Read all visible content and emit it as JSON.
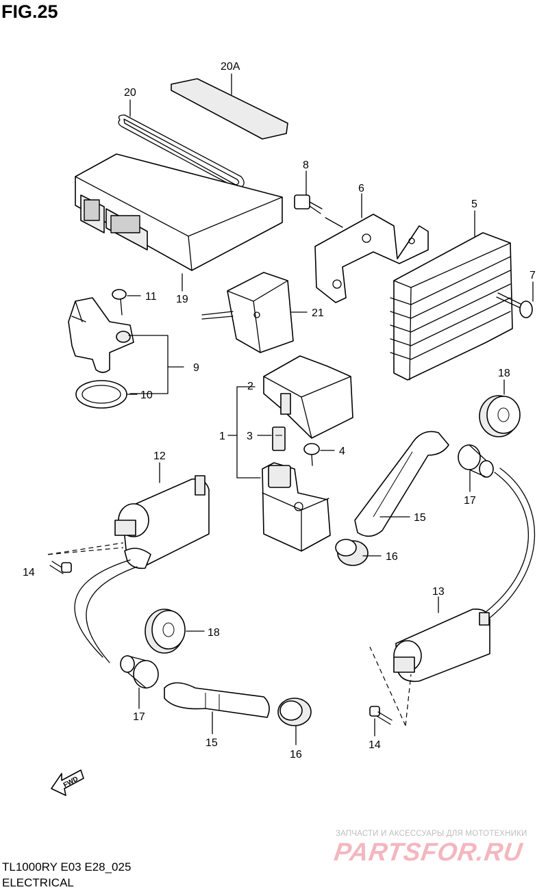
{
  "figure": {
    "title": "FIG.25",
    "model_code": "TL1000RY E03 E28_025",
    "section": "ELECTRICAL",
    "direction_marker": "FWD"
  },
  "watermark": {
    "tagline": "ЗАПЧАСТИ И АКСЕССУАРЫ ДЛЯ МОТОТЕХНИКИ",
    "logo_text": "PARTSFOR.RU"
  },
  "callouts": {
    "c20a": "20A",
    "c20": "20",
    "c8": "8",
    "c6": "6",
    "c5": "5",
    "c7": "7",
    "c11": "11",
    "c19": "19",
    "c21": "21",
    "c9": "9",
    "c10": "10",
    "c18a": "18",
    "c2": "2",
    "c1": "1",
    "c3": "3",
    "c4": "4",
    "c12": "12",
    "c17a": "17",
    "c15a": "15",
    "c16a": "16",
    "c14a": "14",
    "c18b": "18",
    "c13": "13",
    "c17b": "17",
    "c15b": "15",
    "c16b": "16",
    "c14b": "14"
  }
}
